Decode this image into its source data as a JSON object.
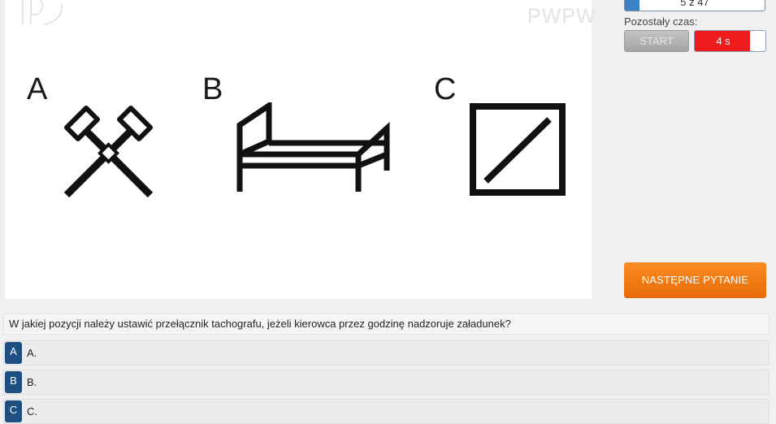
{
  "watermark": {
    "text": "PWPW",
    "logo_icon": "pwpw-logo-icon"
  },
  "options_image": {
    "letters": [
      "A",
      "B",
      "C"
    ],
    "icons": [
      "crossed-hammers-icon",
      "bed-icon",
      "box-slash-icon"
    ]
  },
  "progress": {
    "text": "5 z 47",
    "fraction": 0.106
  },
  "timer": {
    "label": "Pozostały czas:",
    "start_label": "START",
    "remaining_text": "4 s",
    "fill_fraction": 0.78
  },
  "next_button": {
    "label": "NASTĘPNE PYTANIE"
  },
  "question": {
    "text": "W jakiej pozycji należy ustawić przełącznik tachografu, jeżeli kierowca przez godzinę nadzoruje załadunek?"
  },
  "answers": [
    {
      "letter": "A",
      "text": "A."
    },
    {
      "letter": "B",
      "text": "B."
    },
    {
      "letter": "C",
      "text": "C."
    }
  ],
  "colors": {
    "badge": "#1f4e80",
    "next_button": "#f57f12",
    "timer_fill": "#ee1c1c",
    "progress_fill": "#3b82c4"
  }
}
